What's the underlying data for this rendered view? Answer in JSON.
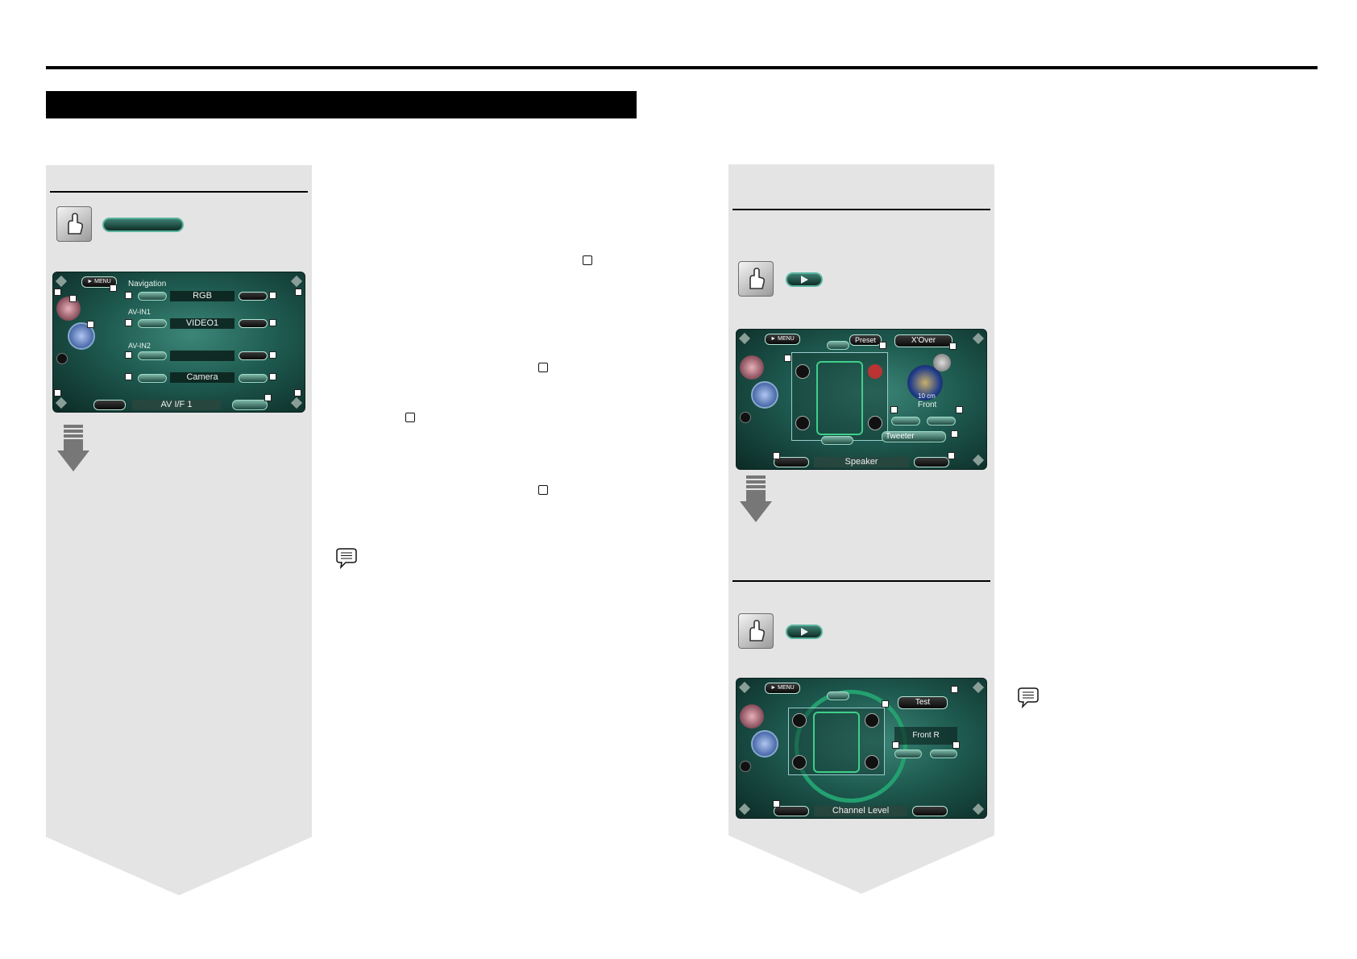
{
  "left_screen": {
    "menu_label": "► MENU",
    "rows": [
      {
        "label": "Navigation",
        "value": "RGB"
      },
      {
        "label": "AV-IN1",
        "value": "VIDEO1"
      },
      {
        "label": "AV-IN2",
        "value": ""
      },
      {
        "label": "",
        "value": "Camera"
      }
    ],
    "footer_label": "AV I/F 1"
  },
  "speaker_screen": {
    "menu_label": "► MENU",
    "preset_label": "Preset",
    "xover_label": "X'Over",
    "size_label": "10 cm",
    "position_label": "Front",
    "tweeter_label": "Tweeter",
    "footer_label": "Speaker"
  },
  "channel_screen": {
    "menu_label": "► MENU",
    "test_label": "Test",
    "channel_label": "Front R",
    "footer_label": "Channel Level"
  },
  "icons": {
    "hand": "touch-hand-icon",
    "arrow": "down-arrow-icon",
    "note": "note-speech-icon",
    "edit": "edit-pencil-icon"
  },
  "colors": {
    "panel": "#e4e4e4",
    "screen_teal": "#1e5a50",
    "button_border": "#58b39e"
  }
}
